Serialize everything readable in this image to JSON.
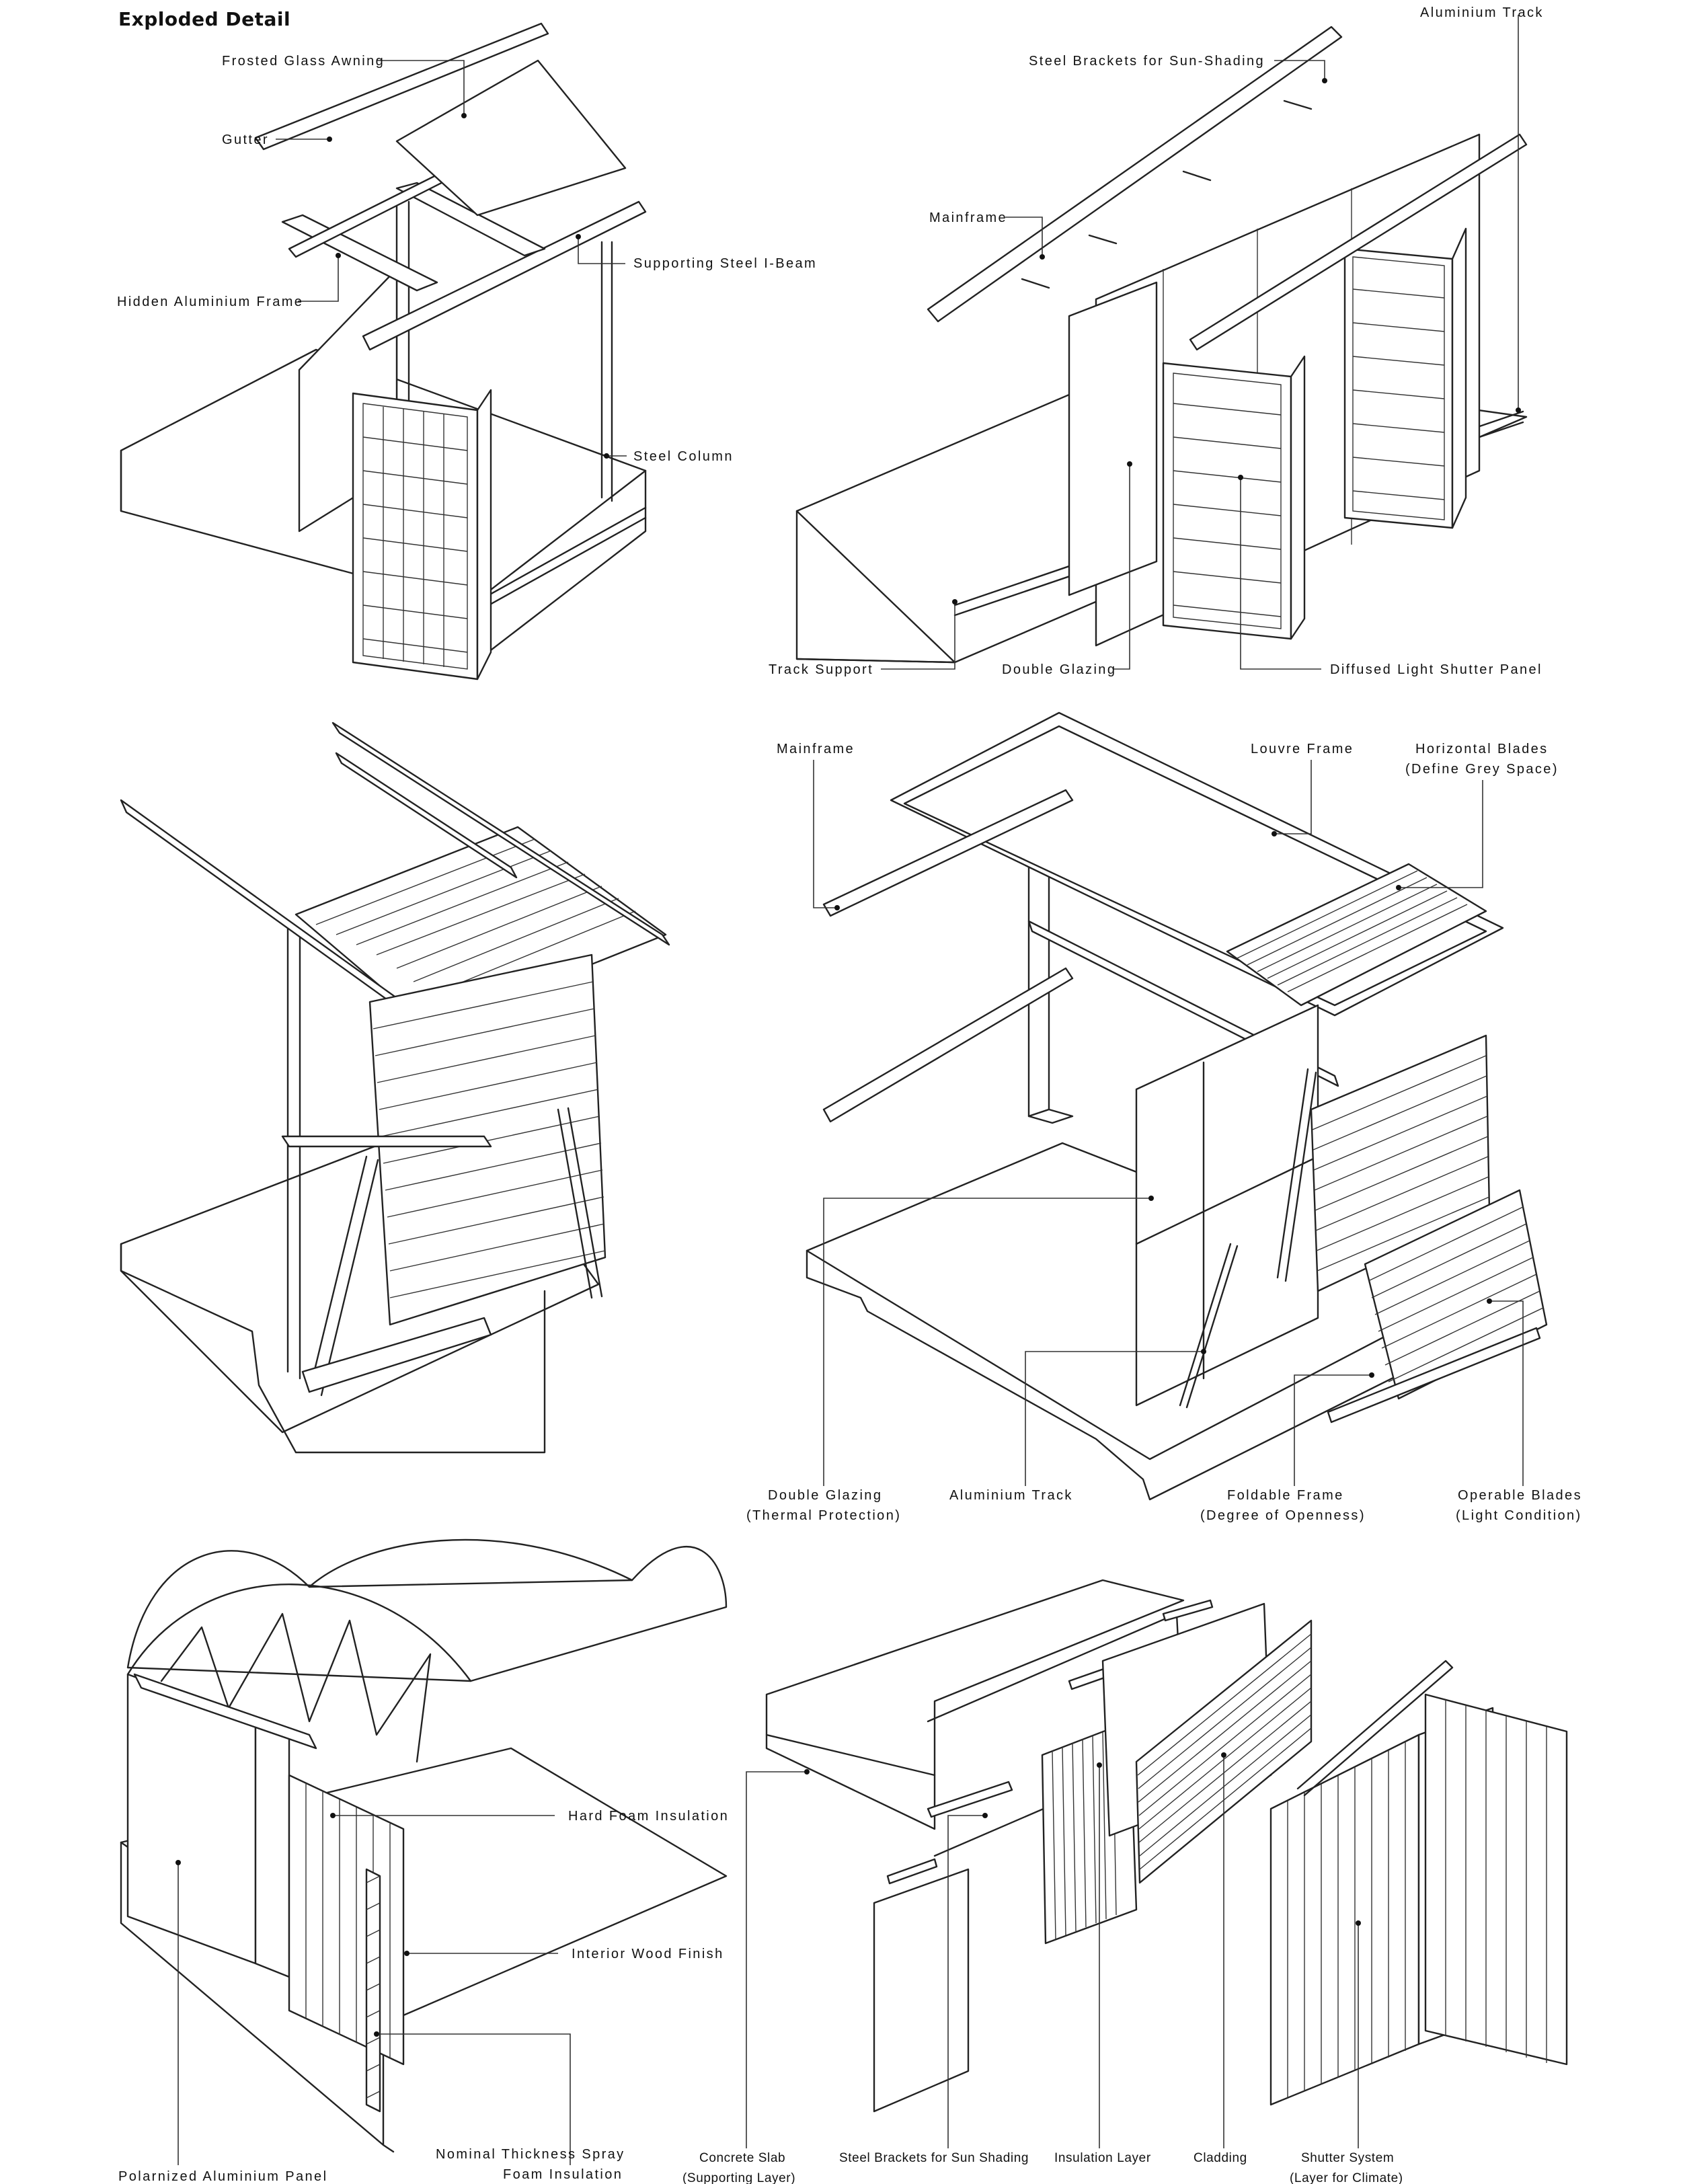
{
  "title": "Exploded Detail",
  "panel1": {
    "labels": {
      "awning": "Frosted Glass Awning",
      "gutter": "Gutter",
      "ibeam": "Supporting Steel I-Beam",
      "hidden_frame": "Hidden Aluminium Frame",
      "column": "Steel Column"
    }
  },
  "panel2": {
    "labels": {
      "track": "Aluminium Track",
      "brackets": "Steel Brackets for Sun-Shading",
      "mainframe": "Mainframe",
      "track_support": "Track Support",
      "double_glazing": "Double Glazing",
      "shutter": "Diffused Light Shutter Panel"
    }
  },
  "panel4": {
    "labels": {
      "mainframe": "Mainframe",
      "louvre_frame": "Louvre Frame",
      "horizontal_blades_1": "Horizontal Blades",
      "horizontal_blades_2": "(Define Grey Space)",
      "double_glazing_1": "Double Glazing",
      "double_glazing_2": "(Thermal Protection)",
      "aluminium_track": "Aluminium Track",
      "foldable_frame_1": "Foldable Frame",
      "foldable_frame_2": "(Degree of Openness)",
      "operable_blades_1": "Operable Blades",
      "operable_blades_2": "(Light Condition)"
    }
  },
  "panel5": {
    "labels": {
      "hard_foam": "Hard Foam Insulation",
      "wood_finish": "Interior Wood Finish",
      "alu_panel": "Polarnized Aluminium Panel",
      "spray_foam_1": "Nominal Thickness Spray",
      "spray_foam_2": "Foam Insulation"
    }
  },
  "panel6": {
    "labels": {
      "slab_1": "Concrete Slab",
      "slab_2": "(Supporting Layer)",
      "brackets": "Steel Brackets for Sun Shading",
      "insulation": "Insulation Layer",
      "cladding": "Cladding",
      "shutter_1": "Shutter System",
      "shutter_2": "(Layer for Climate)"
    }
  }
}
